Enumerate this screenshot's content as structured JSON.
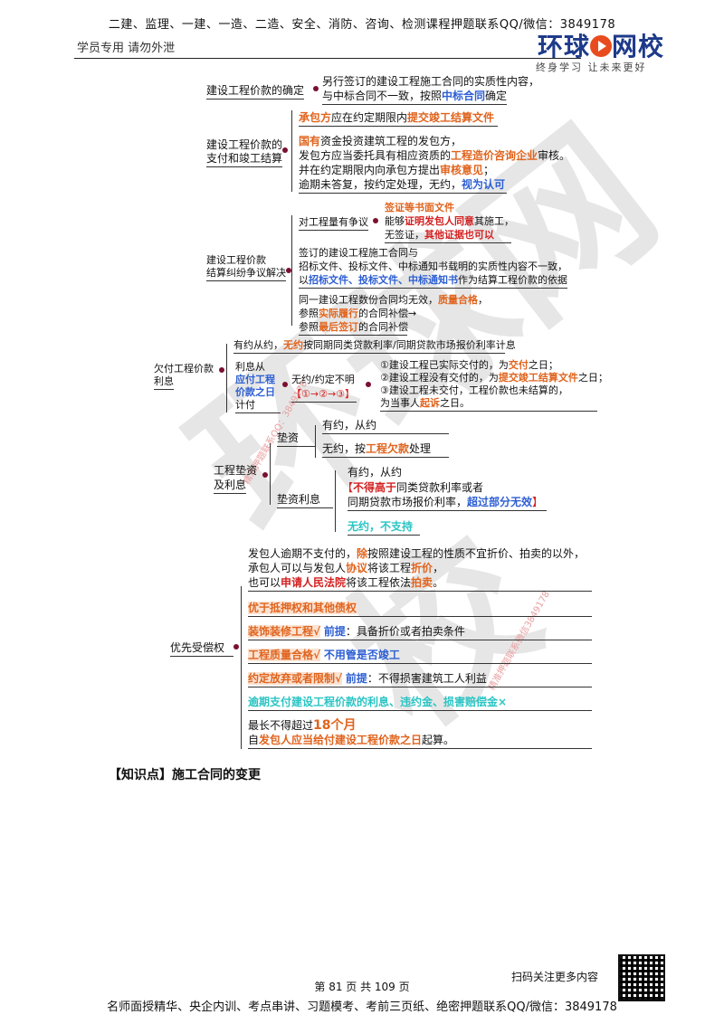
{
  "header": {
    "top": "二建、监理、一建、一造、二造、安全、消防、咨询、检测课程押题联系QQ/微信：3849178",
    "sub": "学员专用 请勿外泄",
    "logo": "环球",
    "logo_tail": "网校",
    "slogan": "终身学习 让未来更好"
  },
  "m1": {
    "root": "建设工程价款的确定",
    "l1": "另行签订的建设工程施工合同的实质性内容，",
    "l2a": "与中标合同不一致，按照",
    "l2b": "中标合同",
    "l2c": "确定"
  },
  "m2": {
    "root1": "建设工程价款的",
    "root2": "支付和竣工结算",
    "a1": "承包方",
    "a2": "应在约定期限内",
    "a3": "提交竣工结算文件",
    "b1a": "国有",
    "b1b": "资金投资建筑工程的发包方，",
    "b2a": "发包方应当委托具有相应资质的",
    "b2b": "工程造价咨询企业",
    "b2c": "审核。",
    "b3a": "并在约定期限内向承包方提出",
    "b3b": "审核意见",
    "b3c": "；",
    "b4a": "逾期未答复，按约定处理，无约，",
    "b4b": "视为认可"
  },
  "m3": {
    "root1": "建设工程价款",
    "root2": "结算纠纷争议解决",
    "q": "对工程量有争议",
    "q1": "签证等书面文件",
    "q2a": "能够",
    "q2b": "证明发包人同意",
    "q2c": "其施工，",
    "q3a": "无签证，",
    "q3b": "其他证据也可以",
    "c1": "签订的建设工程施工合同与",
    "c2": "招标文件、投标文件、中标通知书载明的实质性内容不一致，",
    "c3a": "以",
    "c3b": "招标文件、投标文件、中标通知书",
    "c3c": "作为结算工程价款的依据",
    "d1a": "同一建设工程数份合同均无效，",
    "d1b": "质量合格",
    "d1c": "，",
    "d2a": "参照",
    "d2b": "实际履行",
    "d2c": "的合同补偿→",
    "d3a": "参照",
    "d3b": "最后签订",
    "d3c": "的合同补偿"
  },
  "m4": {
    "root1": "欠付工程价款",
    "root2": "利息",
    "t1a": "有约从约，",
    "t1b": "无约",
    "t1c": "按同期同类贷款利率/同期贷款市场报价利率计息",
    "s1": "利息从",
    "s2": "应付工程",
    "s3": "价款之日",
    "s4": "计付",
    "u1": "无约/约定不明",
    "u2": "【①→②→③】",
    "r1a": "①建设工程已实际交付的，为",
    "r1b": "交付",
    "r1c": "之日；",
    "r2a": "②建设工程没有交付的，为",
    "r2b": "提交竣工结算文件",
    "r2c": "之日；",
    "r3": "③建设工程未交付，工程价款也未结算的，",
    "r4a": "为当事人",
    "r4b": "起诉",
    "r4c": "之日。"
  },
  "m5": {
    "root1": "工程垫资",
    "root2": "及利息",
    "a": "垫资",
    "a1": "有约，从约",
    "a2a": "无约，按",
    "a2b": "工程欠款",
    "a2c": "处理",
    "b": "垫资利息",
    "b1": "有约，从约",
    "b2a": "【",
    "b2b": "不得高于",
    "b2c": "同类贷款利率或者",
    "b3a": "同期贷款市场报价利率，",
    "b3b": "超过部分无效",
    "b3c": "】",
    "b4": "无约，不支持"
  },
  "m6": {
    "root": "优先受偿权",
    "t1a": "发包人逾期不支付的，",
    "t1b": "除",
    "t1c": "按照建设工程的性质不宜折价、拍卖的以外，",
    "t2a": "承包人可以与发包人",
    "t2b": "协议",
    "t2c": "将该工程",
    "t2d": "折价",
    "t2e": "，",
    "t3a": "也可以",
    "t3b": "申请人民法院",
    "t3c": "将该工程依法",
    "t3d": "拍卖",
    "t3e": "。",
    "i1": "优于抵押权和其他债权",
    "i2a": "装饰装修工程√",
    "i2b": "前提",
    "i2c": "：具备折价或者拍卖条件",
    "i3a": "工程质量合格√",
    "i3b": "不用管是否竣工",
    "i4a": "约定放弃或者限制√",
    "i4b": "前提",
    "i4c": "：不得损害建筑工人利益",
    "i5": "逾期支付建设工程价款的利息、违约金、损害赔偿金×",
    "i6a": "最长不得超过",
    "i6b": "18个月",
    "i7a": "自",
    "i7b": "发包人应当给付建设工程价款之日",
    "i7c": "起算。"
  },
  "watermark": "环球网校",
  "wm_small1": "精准押题联系QQ：3849178",
  "wm_small2": "精准押题联系微信3849178",
  "knowledge": "【知识点】施工合同的变更",
  "footer": {
    "scan": "扫码关注更多内容",
    "page": "第 81 页 共 109 页",
    "bottom": "名师面授精华、央企内训、考点串讲、习题模考、考前三页纸、绝密押题联系QQ/微信：3849178"
  }
}
